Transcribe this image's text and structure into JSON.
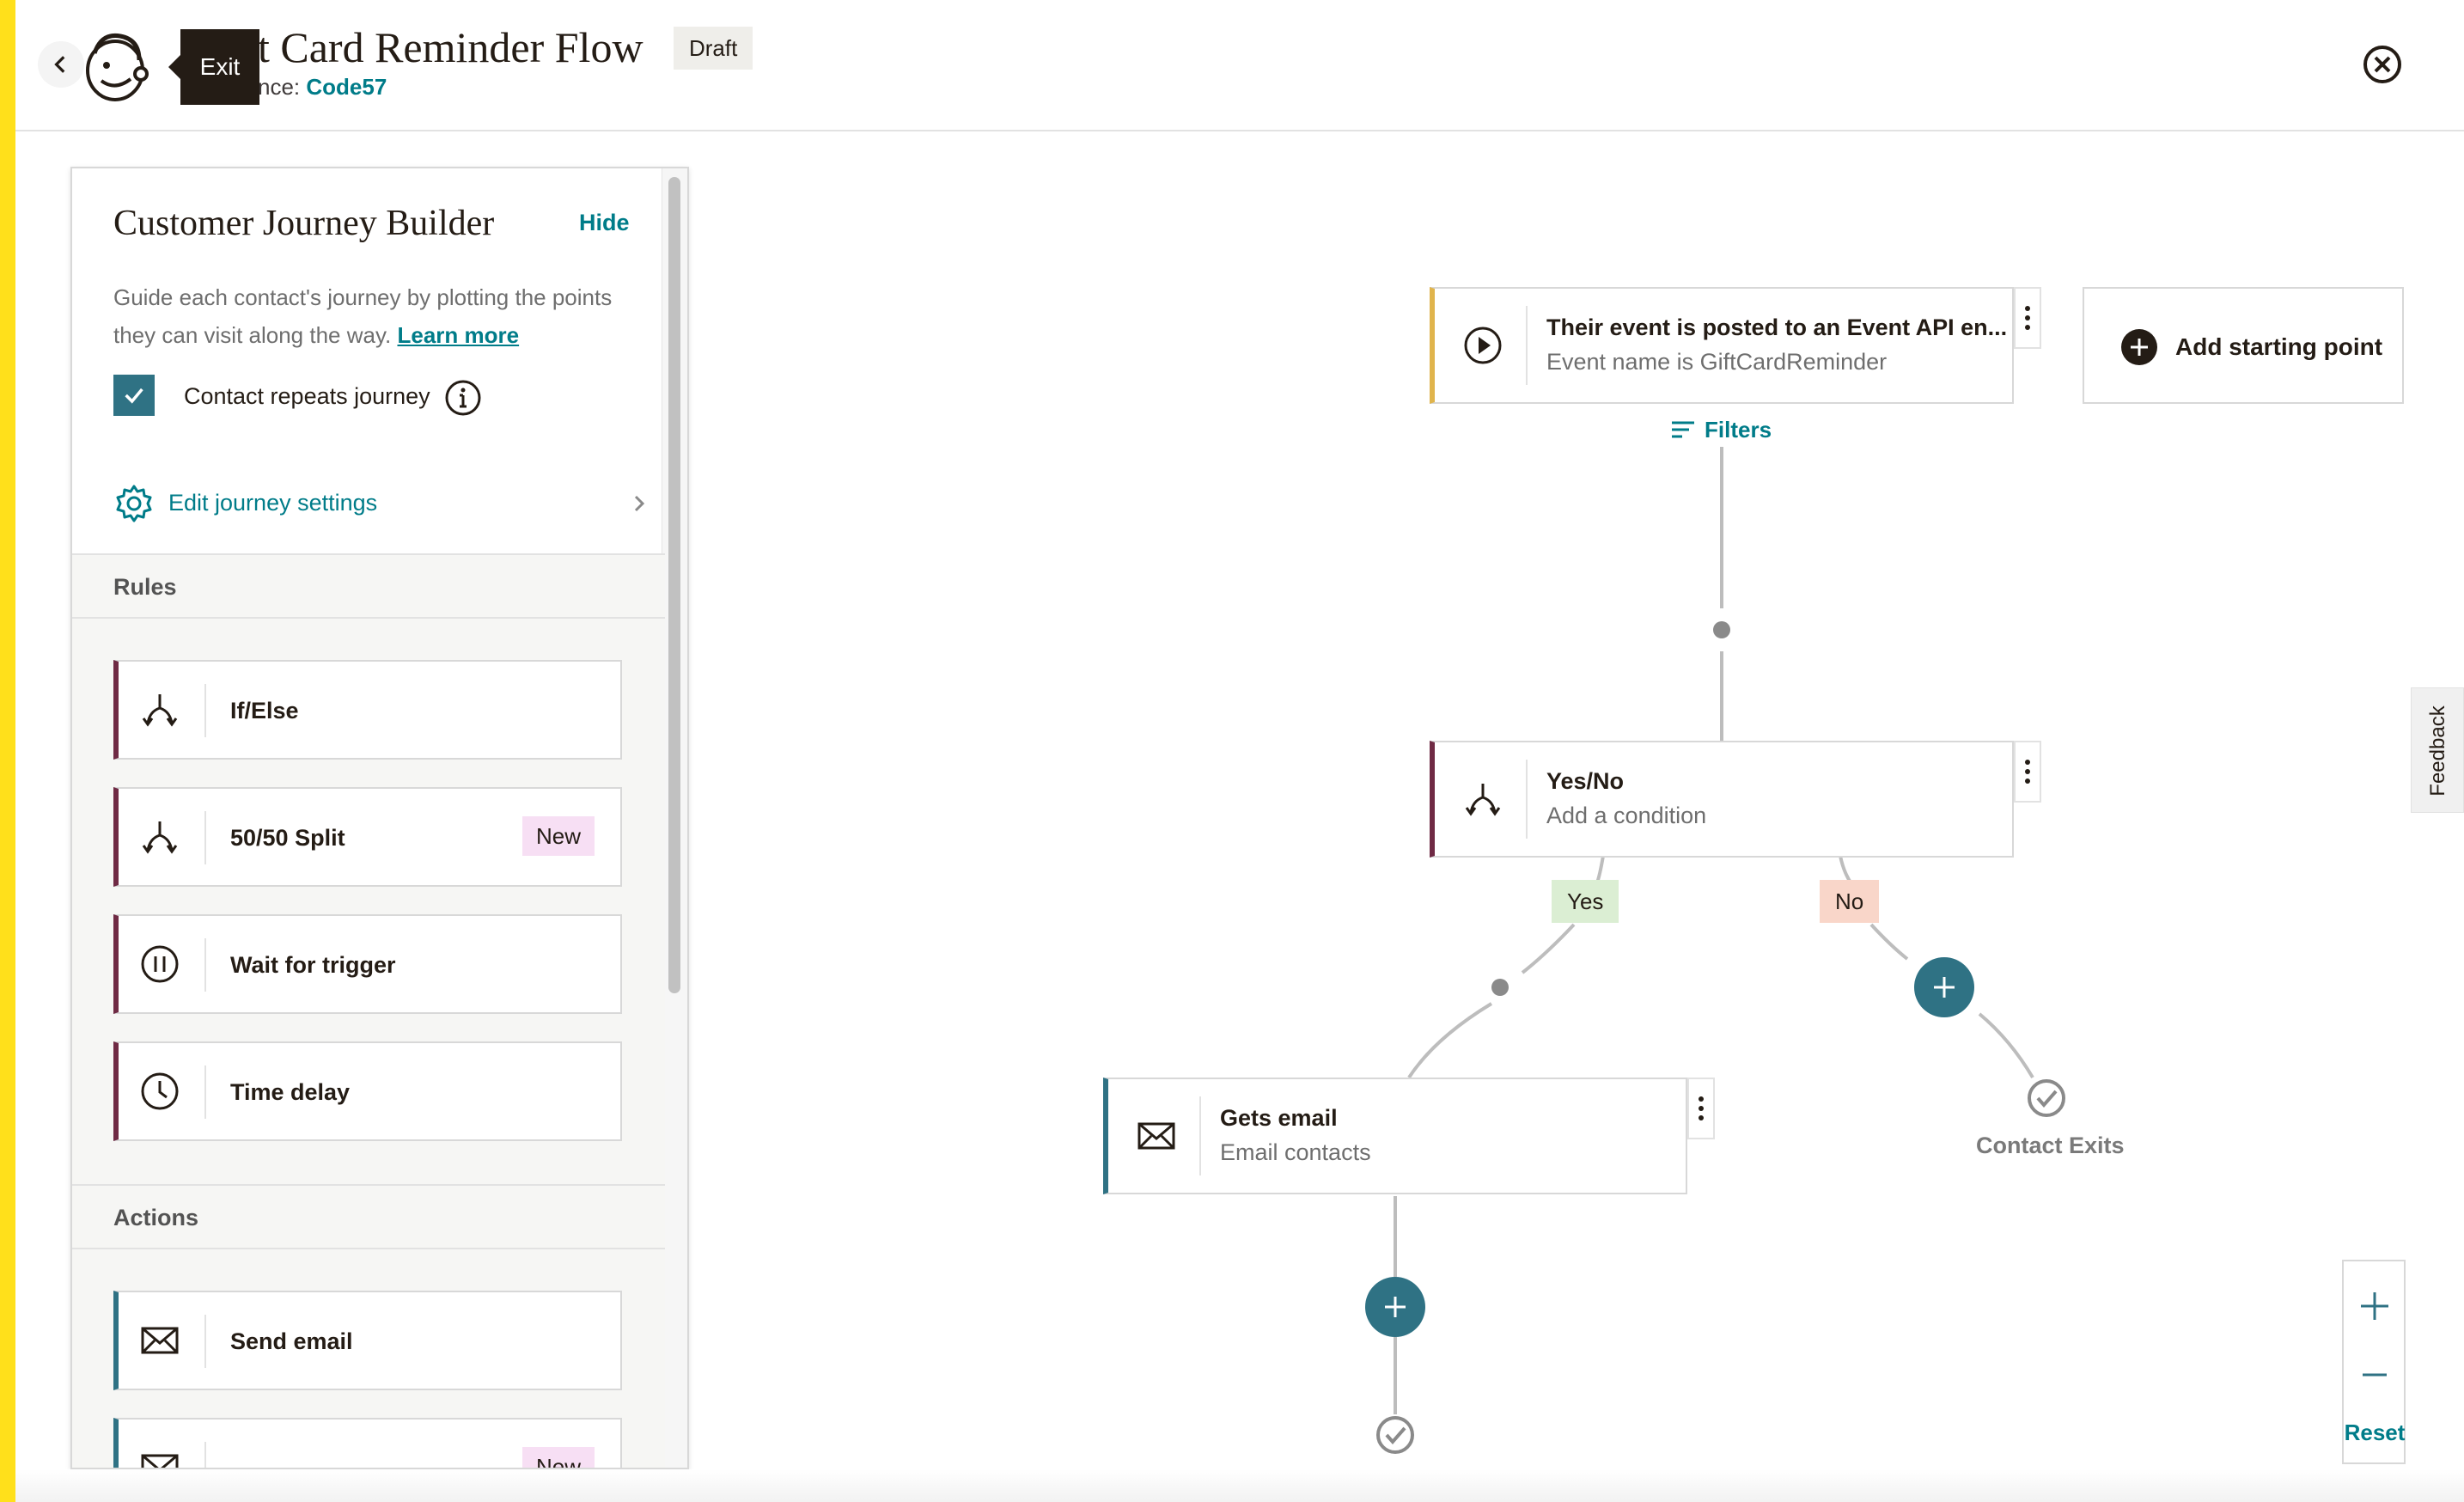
{
  "header": {
    "title": "t Card Reminder Flow",
    "status_badge": "Draft",
    "audience_prefix": "nce:",
    "audience_name": "Code57",
    "tooltip": "Exit"
  },
  "panel": {
    "title": "Customer Journey Builder",
    "hide_label": "Hide",
    "description": "Guide each contact's journey by plotting the points they can visit along the way.",
    "learn_more": "Learn more",
    "repeat_label": "Contact repeats journey",
    "repeat_checked": true,
    "settings_label": "Edit journey settings",
    "rules_heading": "Rules",
    "rules": [
      {
        "label": "If/Else",
        "icon": "split-arrows-icon",
        "tag": ""
      },
      {
        "label": "50/50 Split",
        "icon": "split-arrows-icon",
        "tag": "New"
      },
      {
        "label": "Wait for trigger",
        "icon": "pause-icon",
        "tag": ""
      },
      {
        "label": "Time delay",
        "icon": "clock-icon",
        "tag": ""
      }
    ],
    "actions_heading": "Actions",
    "actions": [
      {
        "label": "Send email",
        "icon": "envelope-icon",
        "tag": ""
      },
      {
        "label": "",
        "icon": "email-variant-icon",
        "tag": "New"
      }
    ]
  },
  "canvas": {
    "trigger": {
      "title": "Their event is posted to an Event API en...",
      "subtitle": "Event name is GiftCardReminder",
      "icon": "play-icon"
    },
    "add_starting_point": "Add starting point",
    "filters_label": "Filters",
    "condition": {
      "title": "Yes/No",
      "subtitle": "Add a condition",
      "icon": "split-arrows-icon"
    },
    "yes_label": "Yes",
    "no_label": "No",
    "email_node": {
      "title": "Gets email",
      "subtitle": "Email contacts",
      "icon": "envelope-icon"
    },
    "exit_label": "Contact Exits",
    "zoom_reset": "Reset",
    "feedback": "Feedback"
  },
  "colors": {
    "accent_teal": "#007c89",
    "button_teal": "#2f7284",
    "rule_plum": "#6f2a44",
    "trigger_gold": "#e0b44c",
    "yes_green": "#dbeed3",
    "no_salmon": "#f9d6c9",
    "brand_yellow": "#ffe01b"
  }
}
